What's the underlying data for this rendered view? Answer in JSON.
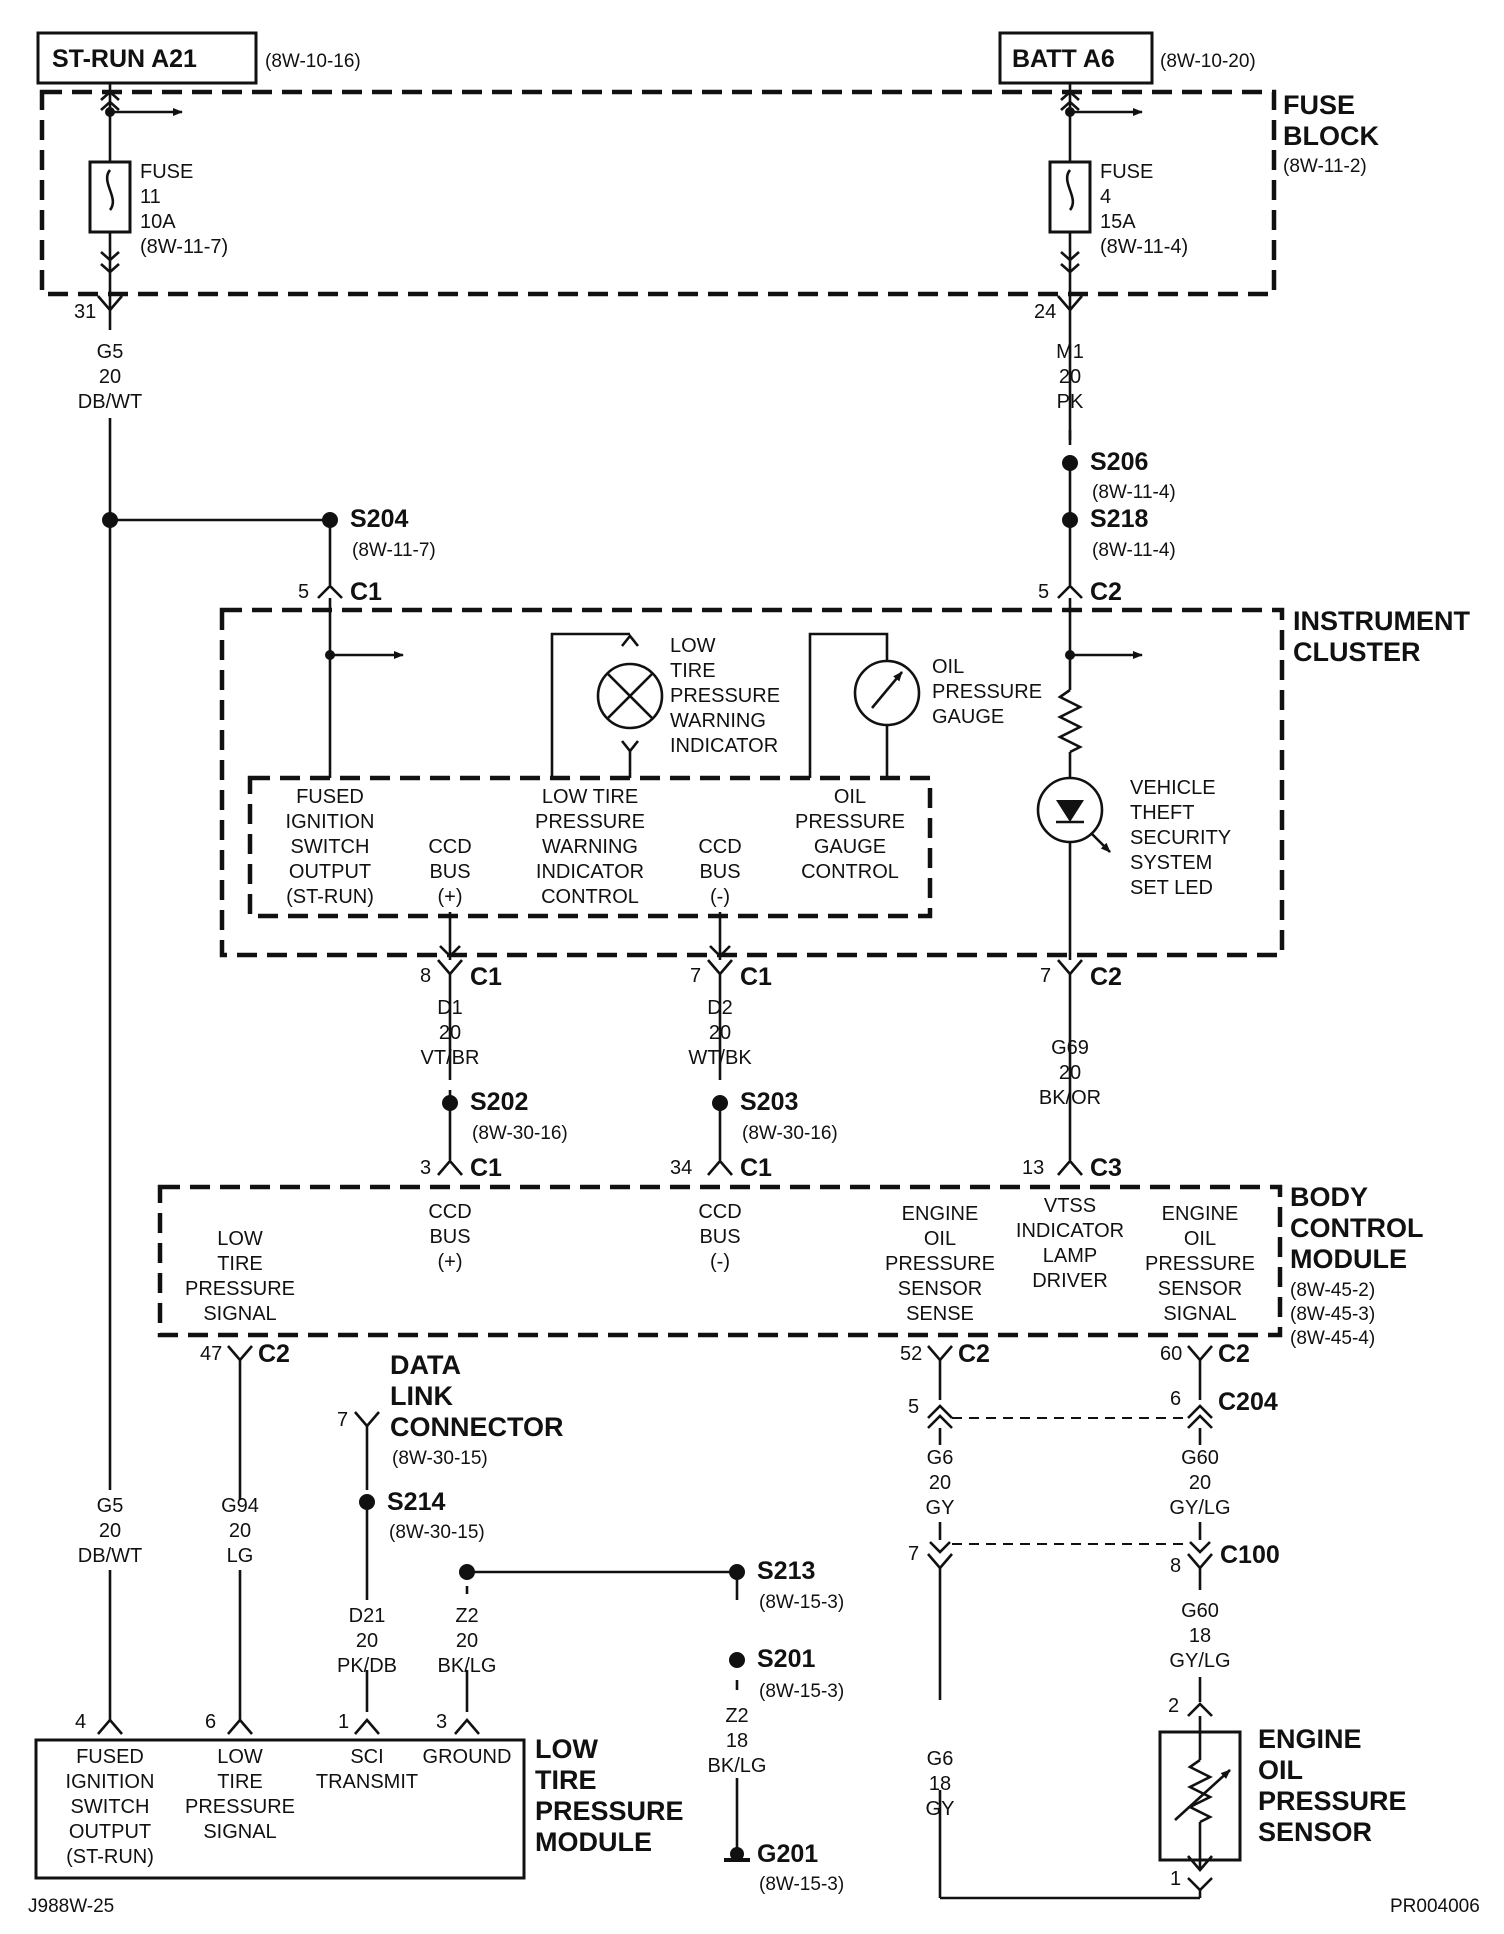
{
  "sources": {
    "st_run": {
      "label": "ST-RUN A21",
      "ref": "(8W-10-16)"
    },
    "batt": {
      "label": "BATT A6",
      "ref": "(8W-10-20)"
    }
  },
  "fuse_block": {
    "title": [
      "FUSE",
      "BLOCK"
    ],
    "ref": "(8W-11-2)",
    "fuse11": [
      "FUSE",
      "11",
      "10A",
      "(8W-11-7)"
    ],
    "fuse4": [
      "FUSE",
      "4",
      "15A",
      "(8W-11-4)"
    ]
  },
  "wires": {
    "g5_top": {
      "pin": "31",
      "lines": [
        "G5",
        "20",
        "DB/WT"
      ]
    },
    "m1": {
      "pin": "24",
      "lines": [
        "M1",
        "20",
        "PK"
      ]
    },
    "d1": [
      "D1",
      "20",
      "VT/BR"
    ],
    "d2": [
      "D2",
      "20",
      "WT/BK"
    ],
    "g69": [
      "G69",
      "20",
      "BK/OR"
    ],
    "g5_bottom": [
      "G5",
      "20",
      "DB/WT"
    ],
    "g94": [
      "G94",
      "20",
      "LG"
    ],
    "d21": [
      "D21",
      "20",
      "PK/DB"
    ],
    "z2_20": [
      "Z2",
      "20",
      "BK/LG"
    ],
    "z2_18": [
      "Z2",
      "18",
      "BK/LG"
    ],
    "g6_20": [
      "G6",
      "20",
      "GY"
    ],
    "g60_20": [
      "G60",
      "20",
      "GY/LG"
    ],
    "g60_18": [
      "G60",
      "18",
      "GY/LG"
    ],
    "g6_18": [
      "G6",
      "18",
      "GY"
    ]
  },
  "splices": {
    "s204": {
      "name": "S204",
      "ref": "(8W-11-7)"
    },
    "s206": {
      "name": "S206",
      "ref": "(8W-11-4)"
    },
    "s218": {
      "name": "S218",
      "ref": "(8W-11-4)"
    },
    "s202": {
      "name": "S202",
      "ref": "(8W-30-16)"
    },
    "s203": {
      "name": "S203",
      "ref": "(8W-30-16)"
    },
    "s214": {
      "name": "S214",
      "ref": "(8W-30-15)"
    },
    "s213": {
      "name": "S213",
      "ref": "(8W-15-3)"
    },
    "s201": {
      "name": "S201",
      "ref": "(8W-15-3)"
    },
    "g201": {
      "name": "G201",
      "ref": "(8W-15-3)"
    }
  },
  "connectors": {
    "ic_c1_in": {
      "pin": "5",
      "name": "C1"
    },
    "ic_c2_in": {
      "pin": "5",
      "name": "C2"
    },
    "ic_c1_8": {
      "pin": "8",
      "name": "C1"
    },
    "ic_c1_7": {
      "pin": "7",
      "name": "C1"
    },
    "ic_c2_7": {
      "pin": "7",
      "name": "C2"
    },
    "bcm_c1_3": {
      "pin": "3",
      "name": "C1"
    },
    "bcm_c1_34": {
      "pin": "34",
      "name": "C1"
    },
    "bcm_c3_13": {
      "pin": "13",
      "name": "C3"
    },
    "bcm_c2_47": {
      "pin": "47",
      "name": "C2"
    },
    "bcm_c2_52": {
      "pin": "52",
      "name": "C2"
    },
    "bcm_c2_60": {
      "pin": "60",
      "name": "C2"
    },
    "c204": {
      "pin_left": "5",
      "pin_right": "6",
      "name": "C204"
    },
    "c100": {
      "pin_left": "7",
      "pin_right": "8",
      "name": "C100"
    },
    "dlc_pin": "7",
    "ltpm_pins": [
      "4",
      "6",
      "1",
      "3"
    ],
    "sensor_pin_top": "2",
    "sensor_pin_bottom": "1"
  },
  "instrument_cluster": {
    "title": [
      "INSTRUMENT",
      "CLUSTER"
    ],
    "low_tire_indicator": [
      "LOW",
      "TIRE",
      "PRESSURE",
      "WARNING",
      "INDICATOR"
    ],
    "oil_gauge": [
      "OIL",
      "PRESSURE",
      "GAUGE"
    ],
    "vts_led": [
      "VEHICLE",
      "THEFT",
      "SECURITY",
      "SYSTEM",
      "SET LED"
    ],
    "inner": {
      "fused_ign": [
        "FUSED",
        "IGNITION",
        "SWITCH",
        "OUTPUT",
        "(ST-RUN)"
      ],
      "ccd_plus": [
        "CCD",
        "BUS",
        "(+)"
      ],
      "low_tire_ctrl": [
        "LOW TIRE",
        "PRESSURE",
        "WARNING",
        "INDICATOR",
        "CONTROL"
      ],
      "ccd_minus": [
        "CCD",
        "BUS",
        "(-)"
      ],
      "oil_ctrl": [
        "OIL",
        "PRESSURE",
        "GAUGE",
        "CONTROL"
      ]
    }
  },
  "bcm": {
    "title": [
      "BODY",
      "CONTROL",
      "MODULE"
    ],
    "refs": [
      "(8W-45-2)",
      "(8W-45-3)",
      "(8W-45-4)"
    ],
    "low_tire_signal": [
      "LOW",
      "TIRE",
      "PRESSURE",
      "SIGNAL"
    ],
    "ccd_plus": [
      "CCD",
      "BUS",
      "(+)"
    ],
    "ccd_minus": [
      "CCD",
      "BUS",
      "(-)"
    ],
    "oil_sense": [
      "ENGINE",
      "OIL",
      "PRESSURE",
      "SENSOR",
      "SENSE"
    ],
    "vtss": [
      "VTSS",
      "INDICATOR",
      "LAMP",
      "DRIVER"
    ],
    "oil_signal": [
      "ENGINE",
      "OIL",
      "PRESSURE",
      "SENSOR",
      "SIGNAL"
    ]
  },
  "dlc": {
    "title": [
      "DATA",
      "LINK",
      "CONNECTOR"
    ],
    "ref": "(8W-30-15)"
  },
  "ltpm": {
    "title": [
      "LOW",
      "TIRE",
      "PRESSURE",
      "MODULE"
    ],
    "fused_ign": [
      "FUSED",
      "IGNITION",
      "SWITCH",
      "OUTPUT",
      "(ST-RUN)"
    ],
    "low_tire_signal": [
      "LOW",
      "TIRE",
      "PRESSURE",
      "SIGNAL"
    ],
    "sci": [
      "SCI",
      "TRANSMIT"
    ],
    "ground": [
      "GROUND"
    ]
  },
  "sensor": {
    "title": [
      "ENGINE",
      "OIL",
      "PRESSURE",
      "SENSOR"
    ]
  },
  "footer": {
    "left": "J988W-25",
    "right": "PR004006"
  }
}
